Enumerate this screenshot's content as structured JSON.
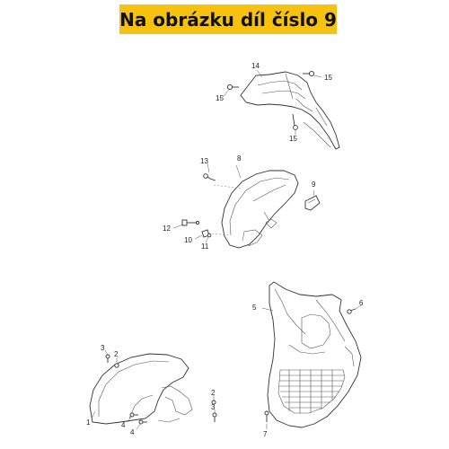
{
  "banner": {
    "text": "Na obrázku díl číslo 9",
    "color": "#f7c20f"
  },
  "callouts": {
    "c1": "1",
    "c2a": "2",
    "c2b": "2",
    "c3a": "3",
    "c4a": "4",
    "c4b": "4",
    "c3b": "3",
    "c5": "5",
    "c6": "6",
    "c7": "7",
    "c8": "8",
    "c9": "9",
    "c10": "10",
    "c11": "11",
    "c12": "12",
    "c13": "13",
    "c14": "14",
    "c15a": "15",
    "c15b": "15",
    "c15c": "15"
  },
  "highlighted_part": "9"
}
